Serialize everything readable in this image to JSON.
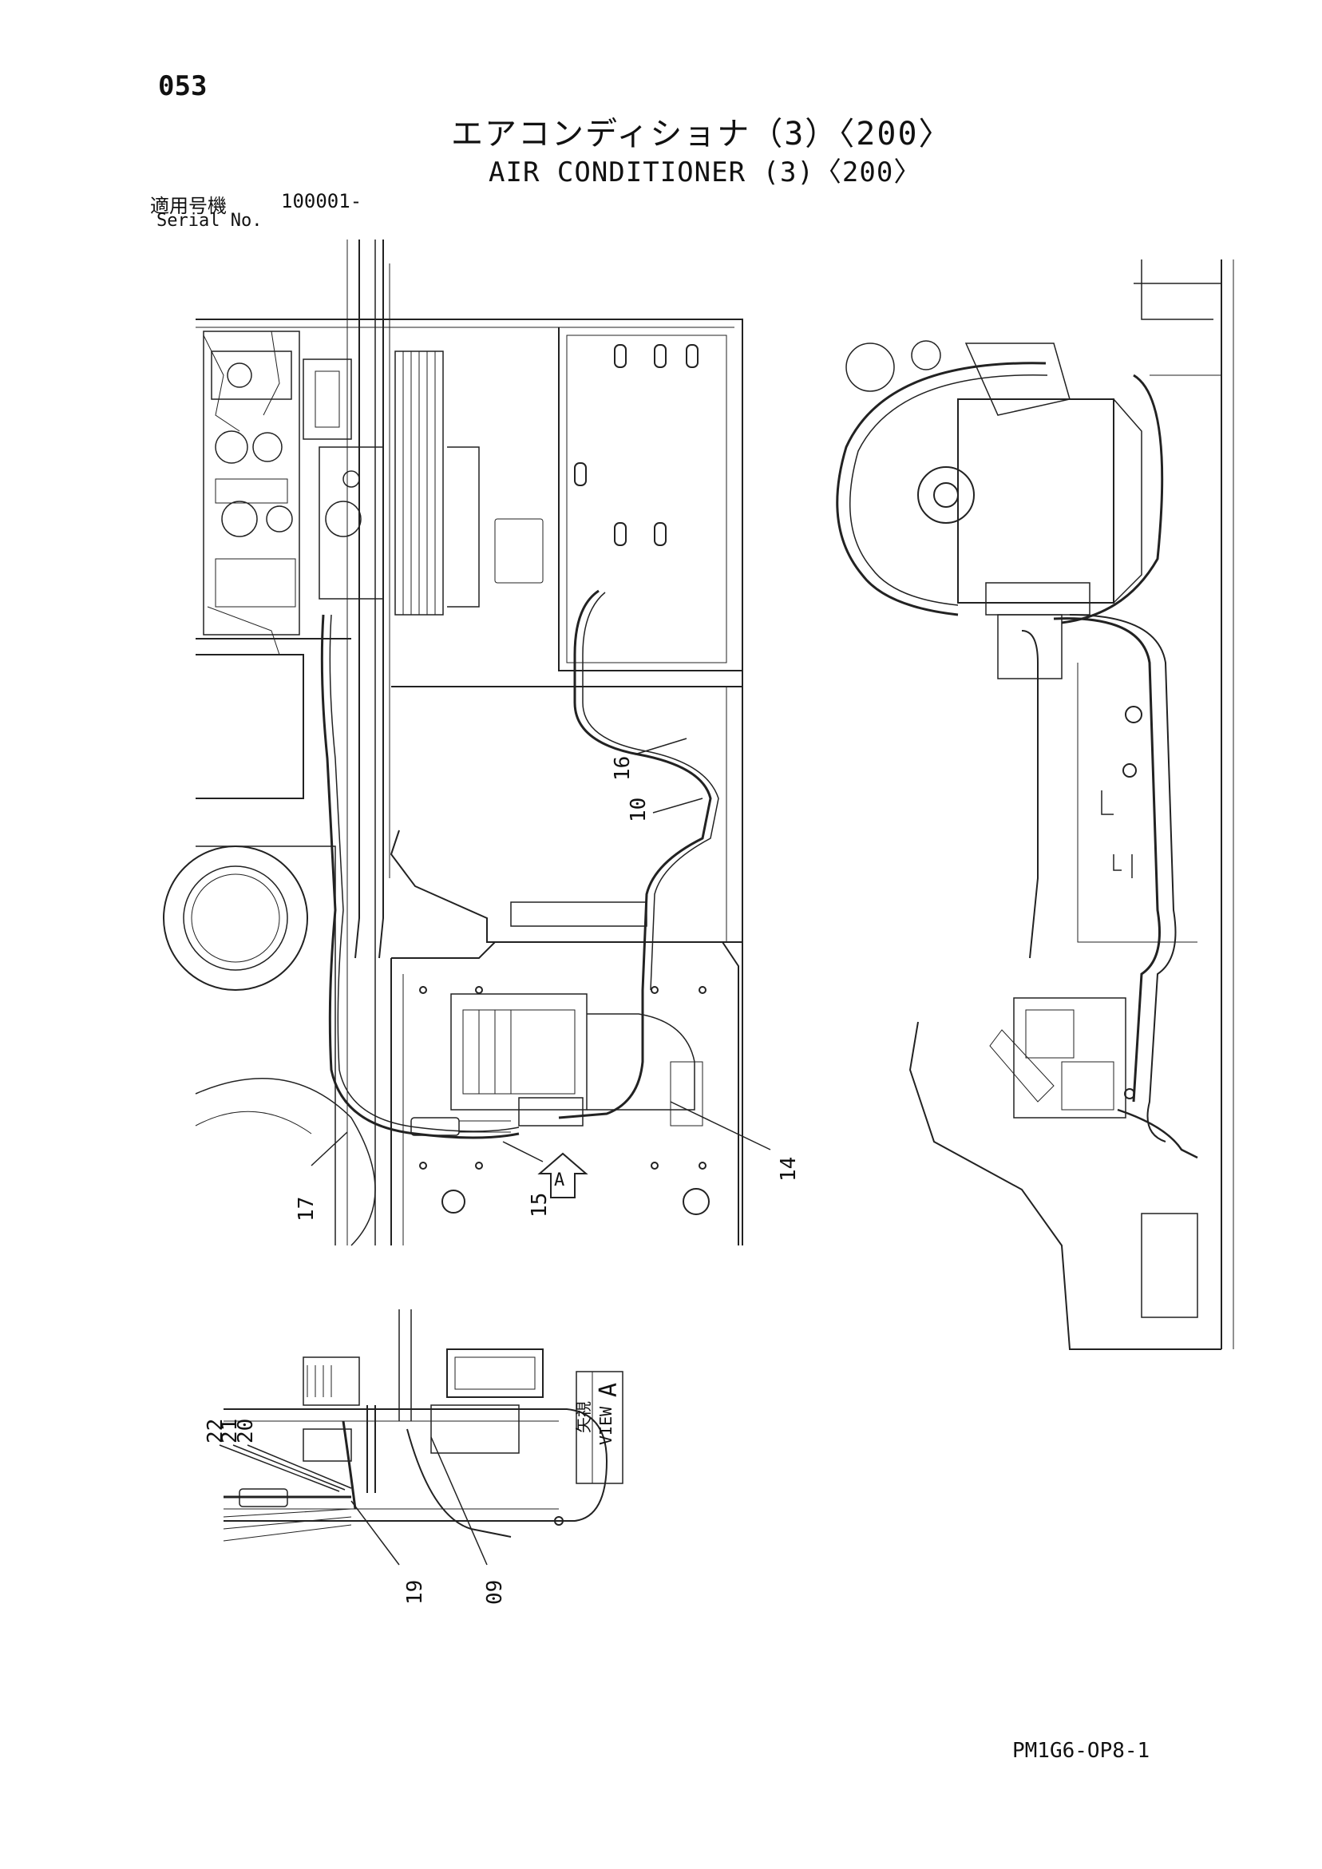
{
  "page_number": "053",
  "title_jp": "エアコンディショナ（3）〈200〉",
  "title_en": "AIR CONDITIONER (3)〈200〉",
  "serial_label_jp": "適用号機",
  "serial_value": "100001-",
  "serial_label_en": "Serial No.",
  "drawing_code": "PM1G6-OP8-1",
  "view_label": {
    "kanji": "矢視",
    "text": "VIEW",
    "letter": "A"
  },
  "arrow_letter": "A",
  "callouts": [
    "16",
    "10",
    "14",
    "15",
    "17",
    "22",
    "21",
    "20",
    "19",
    "09"
  ]
}
